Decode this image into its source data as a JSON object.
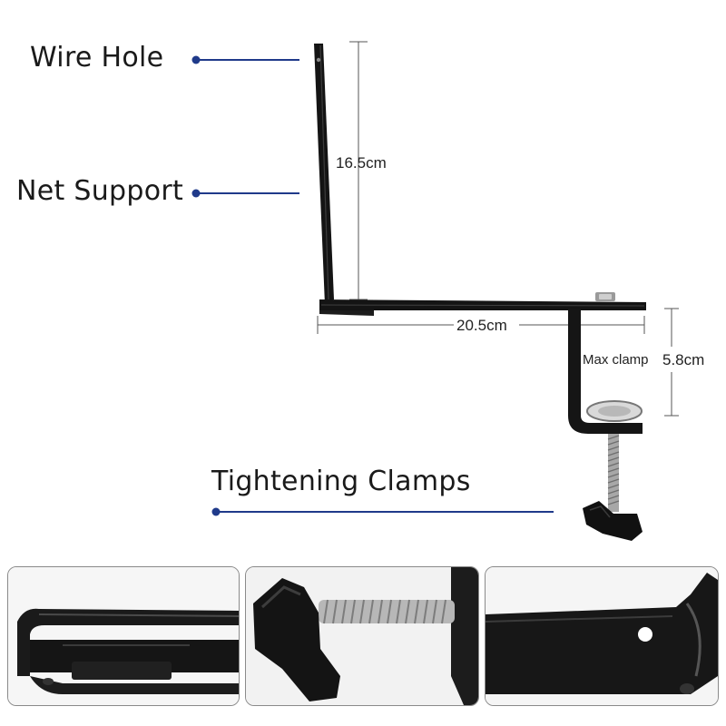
{
  "callouts": {
    "wire_hole": "Wire Hole",
    "net_support": "Net Support",
    "tightening_clamps": "Tightening Clamps"
  },
  "dimensions": {
    "height": "16.5cm",
    "length": "20.5cm",
    "max_clamp_label": "Max clamp",
    "max_clamp_value": "5.8cm"
  },
  "colors": {
    "callout_dot": "#1f3a8a",
    "bracket": "#111111",
    "dimension_line": "#555555"
  },
  "detail_panels": [
    {
      "name": "bracket-bend-closeup"
    },
    {
      "name": "clamp-screw-closeup"
    },
    {
      "name": "wire-hole-closeup"
    }
  ]
}
